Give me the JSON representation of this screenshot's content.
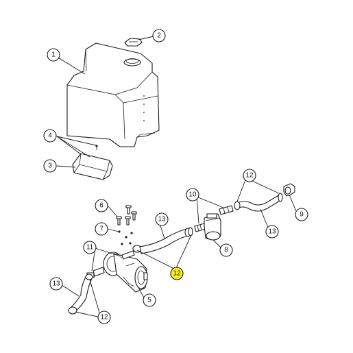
{
  "diagram": {
    "highlight_color": "#f4ec2a",
    "callouts": [
      {
        "id": "c1",
        "label": "1"
      },
      {
        "id": "c2",
        "label": "2"
      },
      {
        "id": "c3",
        "label": "3"
      },
      {
        "id": "c4",
        "label": "4"
      },
      {
        "id": "c5",
        "label": "5"
      },
      {
        "id": "c6",
        "label": "6"
      },
      {
        "id": "c7",
        "label": "7"
      },
      {
        "id": "c8",
        "label": "8"
      },
      {
        "id": "c9",
        "label": "9"
      },
      {
        "id": "c10",
        "label": "10"
      },
      {
        "id": "c11",
        "label": "11"
      },
      {
        "id": "c12a",
        "label": "12",
        "highlighted": true
      },
      {
        "id": "c12b",
        "label": "12"
      },
      {
        "id": "c12c",
        "label": "12"
      },
      {
        "id": "c13a",
        "label": "13"
      },
      {
        "id": "c13b",
        "label": "13"
      },
      {
        "id": "c13c",
        "label": "13"
      }
    ]
  }
}
